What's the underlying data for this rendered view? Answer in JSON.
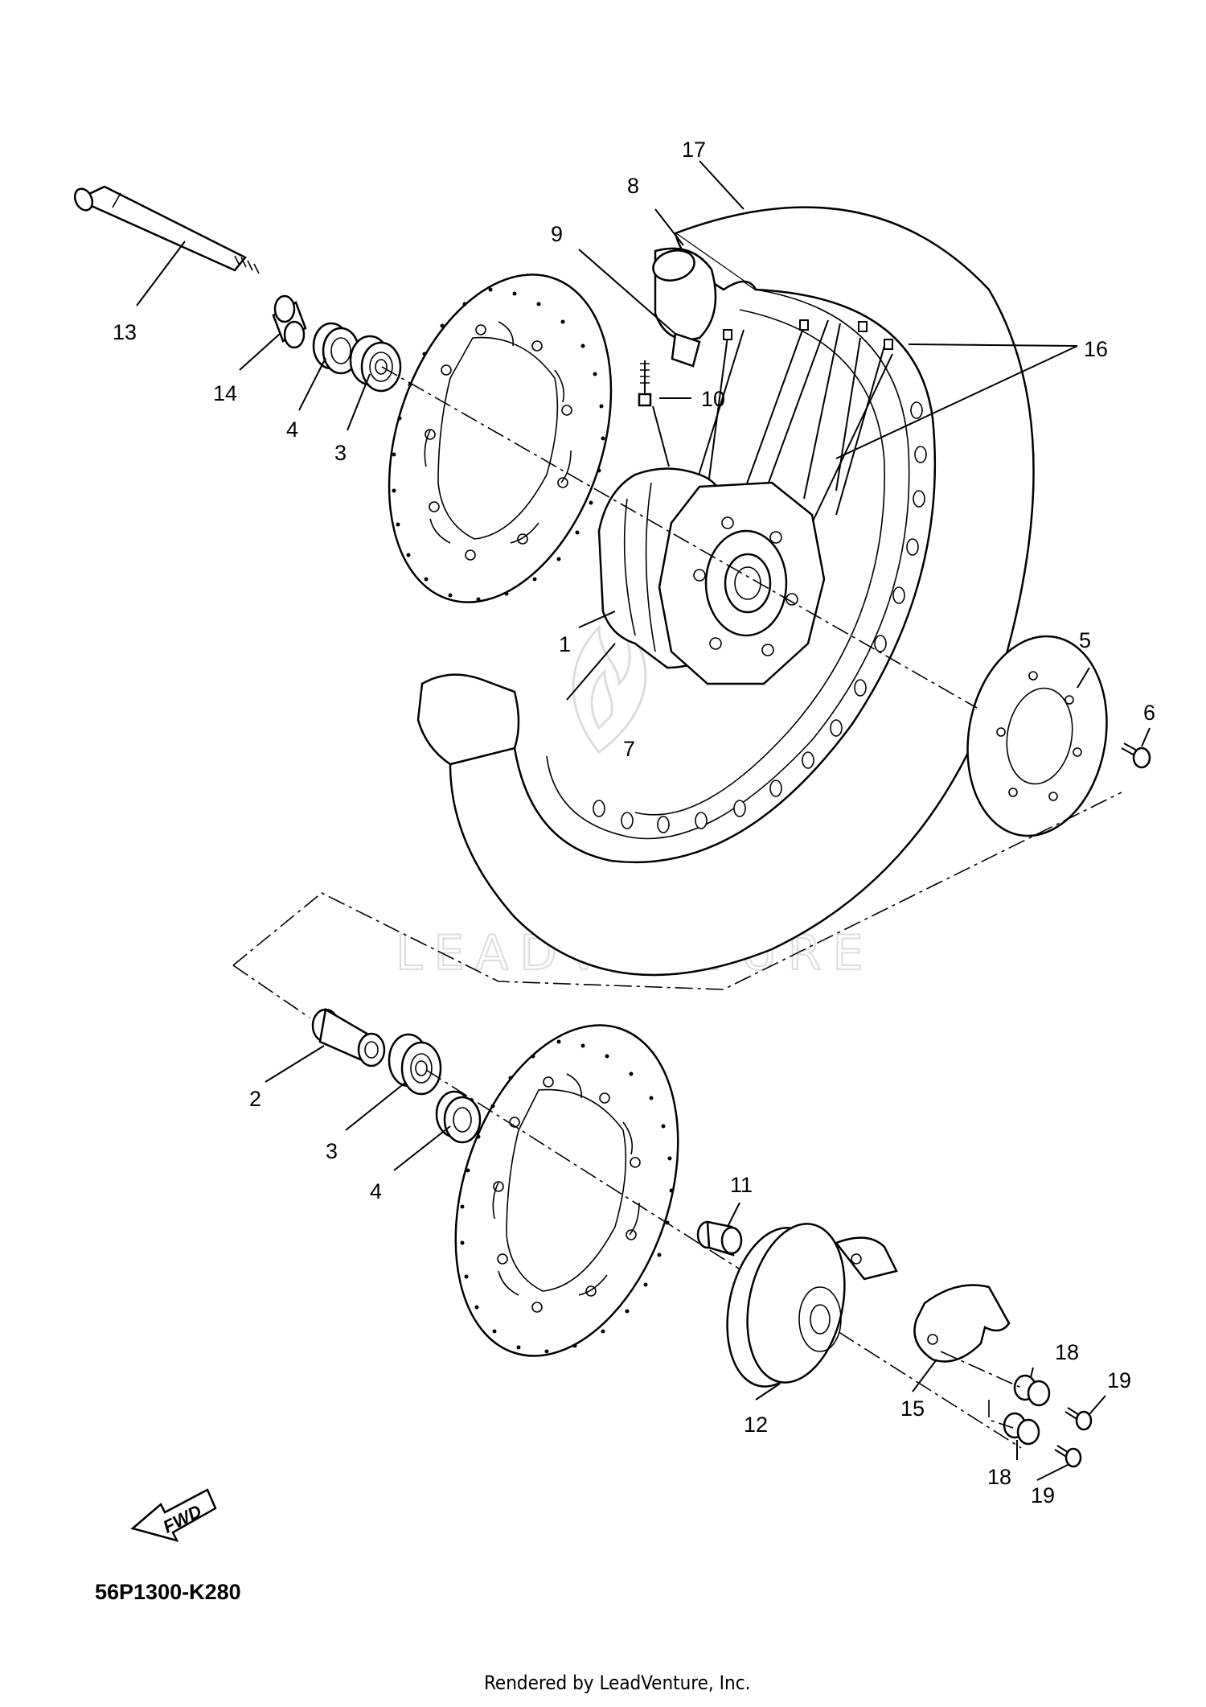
{
  "diagram": {
    "part_labels": [
      {
        "id": "label-1",
        "text": "1"
      },
      {
        "id": "label-2",
        "text": "2"
      },
      {
        "id": "label-3a",
        "text": "3"
      },
      {
        "id": "label-3b",
        "text": "3"
      },
      {
        "id": "label-4a",
        "text": "4"
      },
      {
        "id": "label-4b",
        "text": "4"
      },
      {
        "id": "label-5",
        "text": "5"
      },
      {
        "id": "label-6",
        "text": "6"
      },
      {
        "id": "label-7",
        "text": "7"
      },
      {
        "id": "label-8",
        "text": "8"
      },
      {
        "id": "label-9",
        "text": "9"
      },
      {
        "id": "label-10",
        "text": "10"
      },
      {
        "id": "label-11",
        "text": "11"
      },
      {
        "id": "label-12",
        "text": "12"
      },
      {
        "id": "label-13",
        "text": "13"
      },
      {
        "id": "label-14",
        "text": "14"
      },
      {
        "id": "label-15",
        "text": "15"
      },
      {
        "id": "label-16",
        "text": "16"
      },
      {
        "id": "label-17",
        "text": "17"
      },
      {
        "id": "label-18a",
        "text": "18"
      },
      {
        "id": "label-18b",
        "text": "18"
      },
      {
        "id": "label-19a",
        "text": "19"
      },
      {
        "id": "label-19b",
        "text": "19"
      }
    ],
    "diagram_code": "56P1300-K280",
    "direction_arrow": "FWD",
    "watermark": "LEADVENTURE",
    "footer": "Rendered by LeadVenture, Inc.",
    "icon": "flame-logo-icon"
  }
}
